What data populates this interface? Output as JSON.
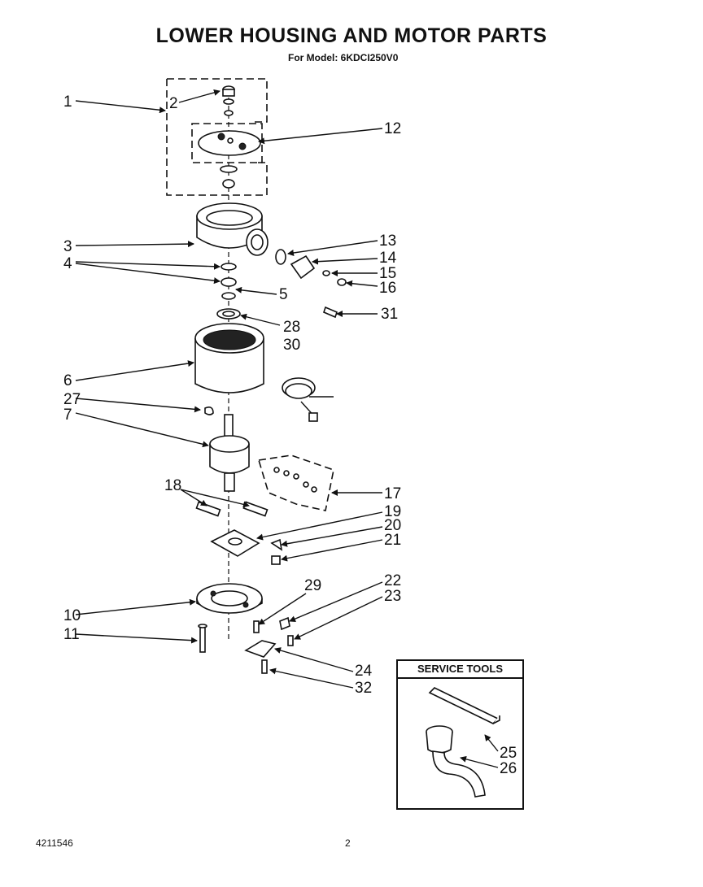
{
  "header": {
    "title": "LOWER HOUSING AND MOTOR PARTS",
    "subtitle": "For Model: 6KDCI250V0"
  },
  "callouts": [
    "1",
    "2",
    "3",
    "4",
    "5",
    "6",
    "7",
    "10",
    "11",
    "12",
    "13",
    "14",
    "15",
    "16",
    "17",
    "18",
    "19",
    "20",
    "21",
    "22",
    "23",
    "24",
    "25",
    "26",
    "27",
    "28",
    "29",
    "30",
    "31",
    "32"
  ],
  "service_tools": {
    "title": "SERVICE TOOLS"
  },
  "footer": {
    "doc_number": "4211546",
    "page_number": "2"
  }
}
